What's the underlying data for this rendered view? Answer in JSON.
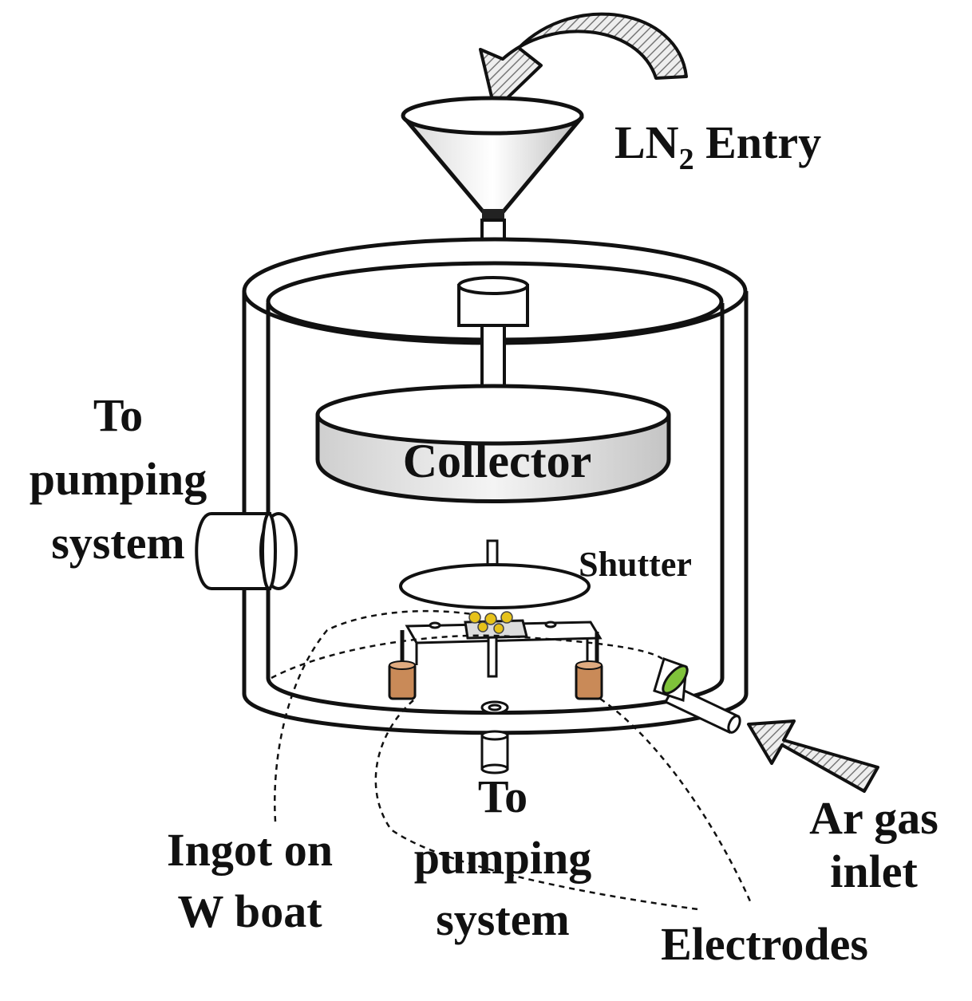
{
  "labels": {
    "ln2_main": "LN",
    "ln2_sub": "2",
    "ln2_tail": " Entry",
    "collector": "Collector",
    "shutter": "Shutter",
    "pump_left": [
      "To",
      "pumping",
      "system"
    ],
    "pump_bottom": [
      "To",
      "pumping",
      "system"
    ],
    "ingot": [
      "Ingot on",
      "W boat"
    ],
    "electrodes": "Electrodes",
    "ar_gas": [
      "Ar gas",
      "inlet"
    ]
  },
  "colors": {
    "line": "#111111",
    "electrode": "#c98a58",
    "nanoparticle": "#e6c21a",
    "valve": "#7fc23a",
    "hatch": "#999999"
  }
}
